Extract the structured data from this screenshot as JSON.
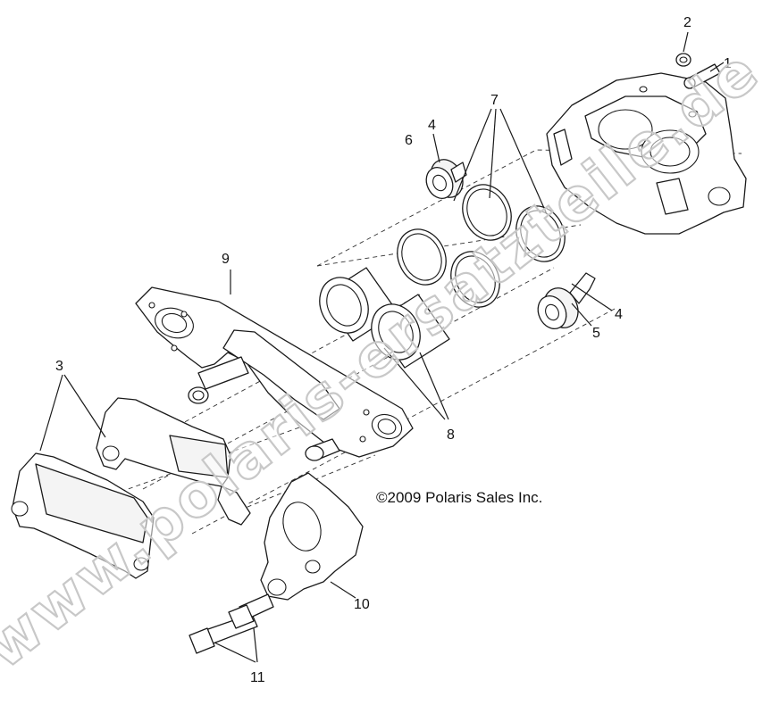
{
  "diagram": {
    "copyright": "©2009 Polaris Sales Inc.",
    "watermark": "www.polaris-ersatzteile.de",
    "callouts": {
      "c1": "1",
      "c2": "2",
      "c3": "3",
      "c4a": "4",
      "c4b": "4",
      "c5": "5",
      "c6": "6",
      "c7": "7",
      "c8": "8",
      "c9": "9",
      "c10": "10",
      "c11": "11"
    }
  }
}
